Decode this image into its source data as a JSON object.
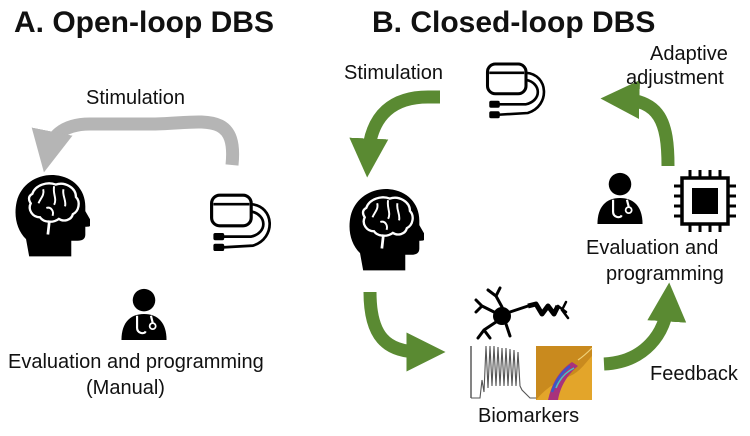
{
  "panel_a": {
    "title": "A. Open-loop DBS",
    "stimulation_label": "Stimulation",
    "evaluation_label": "Evaluation and programming",
    "manual_label": "(Manual)"
  },
  "panel_b": {
    "title": "B. Closed-loop DBS",
    "stimulation_label": "Stimulation",
    "adaptive_line1": "Adaptive",
    "adaptive_line2": "adjustment",
    "evaluation_line1": "Evaluation and",
    "evaluation_line2": "programming",
    "feedback_label": "Feedback",
    "biomarkers_label": "Biomarkers"
  },
  "colors": {
    "open_loop_arrow": "#b5b5b5",
    "closed_loop_arrow": "#5a8a32",
    "icon_fill": "#000000",
    "spectrogram_base": "#c98a1e"
  },
  "icons": [
    "brain-head-icon",
    "stimulator-device-icon",
    "clinician-icon",
    "neuron-icon",
    "spike-trace-icon",
    "spectrogram-icon",
    "chip-icon"
  ]
}
